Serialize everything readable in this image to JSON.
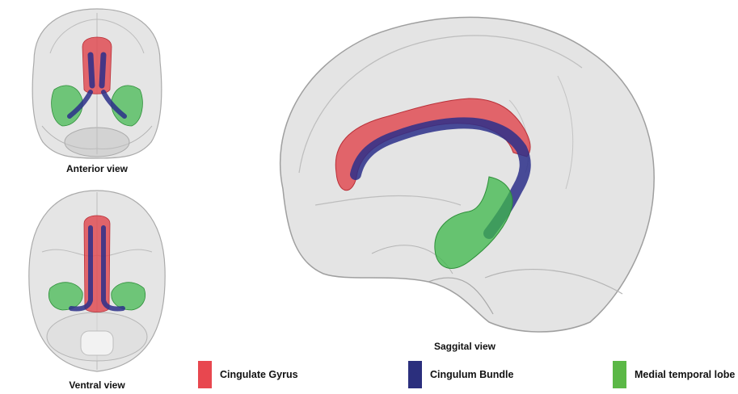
{
  "views": {
    "anterior": {
      "caption": "Anterior view"
    },
    "ventral": {
      "caption": "Ventral view"
    },
    "sagittal": {
      "caption": "Saggital view"
    }
  },
  "legend": [
    {
      "label": "Cingulate Gyrus",
      "color": "#e8474f"
    },
    {
      "label": "Cingulum Bundle",
      "color": "#2b2f7d"
    },
    {
      "label": "Medial temporal lobe",
      "color": "#5bb846"
    }
  ],
  "colors": {
    "cingulate": "#e0434b",
    "cingulum": "#2b2f8a",
    "temporal": "#3cb84a",
    "brain": "#c9c9c9"
  }
}
